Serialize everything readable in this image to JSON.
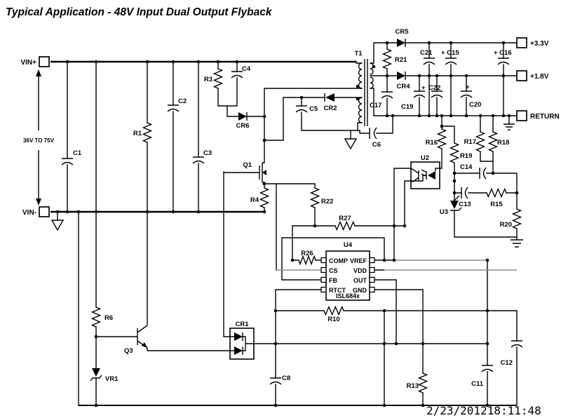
{
  "title": "Typical Application - 48V Input Dual Output Flyback",
  "timestamp": "2/23/201218:11:48",
  "colors": {
    "wire": "#000000",
    "gray_wire": "#8c8c8c",
    "timestamp_green": "#00c93c",
    "background": "#ffffff"
  },
  "input": {
    "vin_plus": "VIN+",
    "vin_minus": "VIN-",
    "range": "36V TO 75V"
  },
  "outputs": {
    "v33": "+3.3V",
    "v18": "+1.8V",
    "ret": "RETURN"
  },
  "ic": {
    "ref": "U4",
    "part": "ISL684x",
    "left_pins": [
      "COMP",
      "CS",
      "FB",
      "RTCT"
    ],
    "right_pins": [
      "VREF",
      "VDD",
      "OUT",
      "GND"
    ]
  },
  "plus_sign": "+",
  "labels": {
    "C1": "C1",
    "R1": "R1",
    "C2": "C2",
    "C3": "C3",
    "R3": "R3",
    "C4": "C4",
    "CR6": "CR6",
    "C5": "C5",
    "CR2": "CR2",
    "T1": "T1",
    "C6": "C6",
    "Q1": "Q1",
    "R4": "R4",
    "R22": "R22",
    "R27": "R27",
    "R26": "R26",
    "CR5": "CR5",
    "R21": "R21",
    "C21": "C21",
    "C15": "+ C15",
    "C16": "+ C16",
    "CR4": "CR4",
    "C17": "C17",
    "C19": "C19",
    "C22": "C22",
    "C20": "C20",
    "R16": "R16",
    "R17": "R17",
    "R18": "R18",
    "R19": "R19",
    "U2": "U2",
    "C14": "C14",
    "C13": "C13",
    "R15": "R15",
    "U3": "U3",
    "R20": "R20",
    "R6": "R6",
    "Q3": "Q3",
    "VR1": "VR1",
    "CR1": "CR1",
    "C8": "C8",
    "R10": "R10",
    "R13": "R13",
    "C11": "C11",
    "C12": "C12"
  }
}
